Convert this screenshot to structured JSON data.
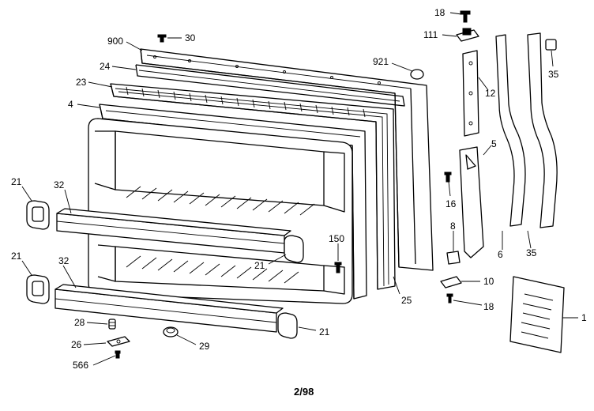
{
  "diagram": {
    "callouts": [
      "900",
      "30",
      "24",
      "23",
      "4",
      "921",
      "18",
      "111",
      "35",
      "12",
      "5",
      "16",
      "21",
      "32",
      "150",
      "8",
      "10",
      "18",
      "6",
      "35",
      "21",
      "32",
      "21",
      "25",
      "28",
      "26",
      "29",
      "21",
      "566",
      "1"
    ],
    "footer_label": "2/98"
  }
}
